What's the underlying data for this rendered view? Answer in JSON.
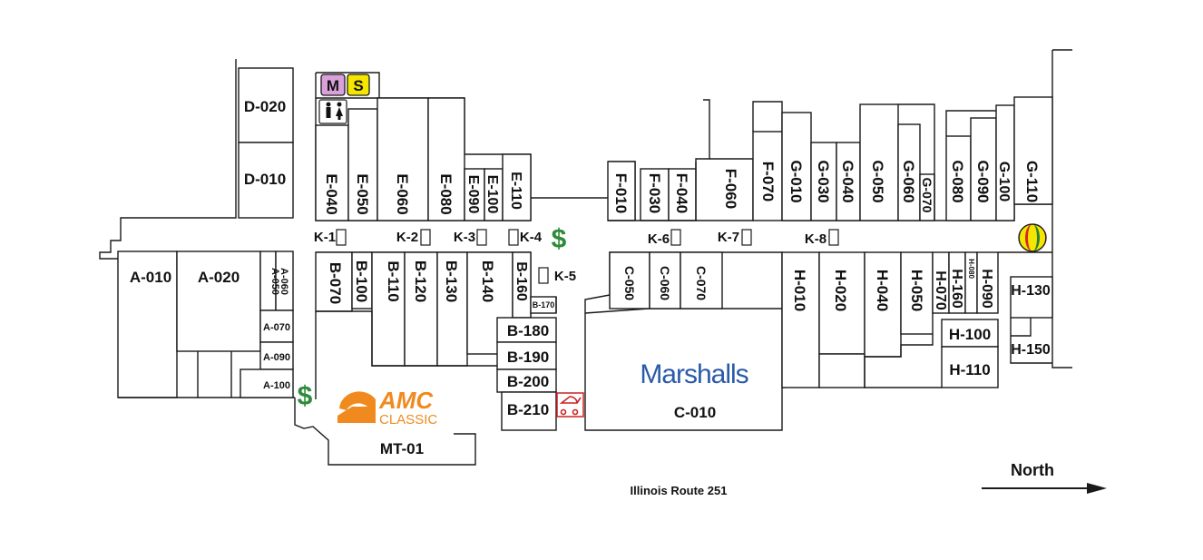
{
  "units": {
    "d020": "D-020",
    "d010": "D-010",
    "a010": "A-010",
    "a020": "A-020",
    "a050": "A-050",
    "a060": "A-060",
    "a070": "A-070",
    "a090": "A-090",
    "a100": "A-100",
    "e040": "E-040",
    "e050": "E-050",
    "e060": "E-060",
    "e080": "E-080",
    "e090": "E-090",
    "e100": "E-100",
    "e110": "E-110",
    "b070": "B-070",
    "b100": "B-100",
    "b110": "B-110",
    "b120": "B-120",
    "b130": "B-130",
    "b140": "B-140",
    "b160": "B-160",
    "b170": "B-170",
    "b180": "B-180",
    "b190": "B-190",
    "b200": "B-200",
    "b210": "B-210",
    "mt01": "MT-01",
    "c050": "C-050",
    "c060": "C-060",
    "c070": "C-070",
    "c010": "C-010",
    "f010": "F-010",
    "f030": "F-030",
    "f040": "F-040",
    "f060": "F-060",
    "f070": "F-070",
    "g010": "G-010",
    "g030": "G-030",
    "g040": "G-040",
    "g050": "G-050",
    "g060": "G-060",
    "g070": "G-070",
    "g080": "G-080",
    "g090": "G-090",
    "g100": "G-100",
    "g110": "G-110",
    "h010": "H-010",
    "h020": "H-020",
    "h040": "H-040",
    "h050": "H-050",
    "h070": "H-070",
    "h080": "H-080",
    "h090": "H-090",
    "h100": "H-100",
    "h110": "H-110",
    "h130": "H-130",
    "h150": "H-150",
    "h160": "H-160"
  },
  "kiosks": {
    "k1": "K-1",
    "k2": "K-2",
    "k3": "K-3",
    "k4": "K-4",
    "k5": "K-5",
    "k6": "K-6",
    "k7": "K-7",
    "k8": "K-8"
  },
  "badges": {
    "m": "M",
    "s": "S"
  },
  "stores": {
    "marshalls": "Marshalls",
    "amc": "AMC",
    "amc_sub": "CLASSIC"
  },
  "road": "Illinois Route 251",
  "compass": "North",
  "symbols": {
    "atm": "$",
    "restroom_icon": "restroom-icon",
    "stroller_icon": "stroller-icon",
    "play_icon": "play-area-ball-icon"
  },
  "colors": {
    "atm": "#2e8b3a",
    "marshalls": "#2a5aa8",
    "amc": "#f08a1f",
    "m_badge": "#d9a0d9",
    "s_badge": "#f5e600",
    "stroller": "#cc2222"
  }
}
